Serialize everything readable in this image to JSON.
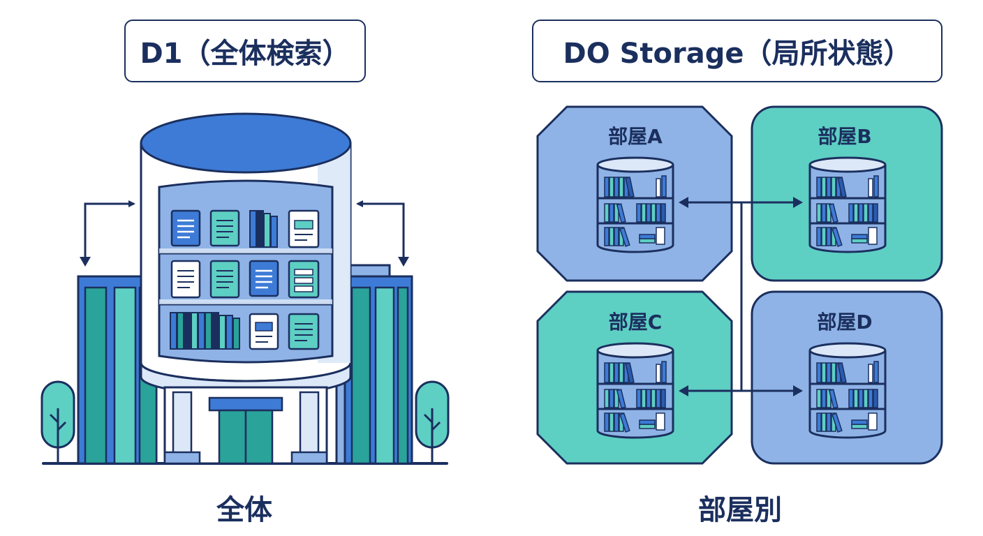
{
  "left": {
    "title": "D1（全体検索）",
    "caption": "全体"
  },
  "right": {
    "title": "DO Storage（局所状態）",
    "caption": "部屋別",
    "rooms": [
      {
        "label": "部屋A"
      },
      {
        "label": "部屋B"
      },
      {
        "label": "部屋C"
      },
      {
        "label": "部屋D"
      }
    ]
  },
  "colors": {
    "navy": "#1b2f5e",
    "blue": "#3d7bd6",
    "light_blue": "#8fb3e6",
    "teal": "#5ecfc3",
    "teal_dark": "#2aa39a",
    "pale": "#dce8f8"
  }
}
